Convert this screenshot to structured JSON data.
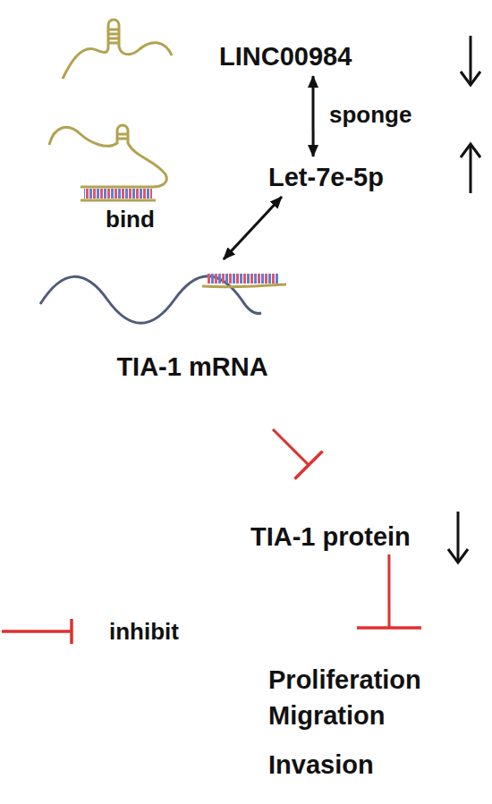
{
  "diagram": {
    "nodes": [
      {
        "text": [
          "LINC00984"
        ]
      },
      {
        "text": [
          "Let-7e-5p"
        ]
      },
      {
        "text": [
          "TIA-1 mRNA"
        ]
      },
      {
        "text": [
          "TIA-1 protein"
        ]
      },
      {
        "text": [
          "Proliferation",
          "Migration",
          "Invasion"
        ]
      }
    ],
    "edges": [
      {
        "from": 0,
        "to": 1,
        "label": "sponge",
        "arrow": "both"
      },
      {
        "from": 1,
        "to": 2,
        "label": "bind",
        "arrow": "both"
      },
      {
        "from": 2,
        "to": 3,
        "arrow": "to"
      },
      {
        "from": 3,
        "to": 4,
        "arrow": "to"
      }
    ],
    "legend": [
      {
        "text": "inhibit"
      }
    ]
  }
}
